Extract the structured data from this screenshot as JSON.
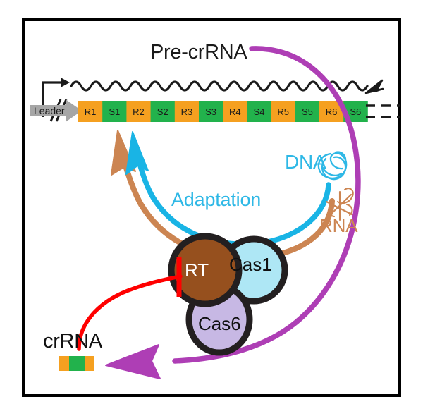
{
  "figure": {
    "kind": "crispr-rt-cas1-cas6-pathway-diagram",
    "border_color": "#000000",
    "background": "#ffffff"
  },
  "labels": {
    "pre_crrna": "Pre-crRNA",
    "leader": "Leader",
    "adaptation": "Adaptation",
    "dna": "DNA",
    "rna": "RNA",
    "crrna": "crRNA",
    "rt": "RT",
    "cas1": "Cas1",
    "cas6": "Cas6"
  },
  "crispr_array": {
    "elements": [
      {
        "type": "repeat",
        "label": "R1"
      },
      {
        "type": "spacer",
        "label": "S1"
      },
      {
        "type": "repeat",
        "label": "R2"
      },
      {
        "type": "spacer",
        "label": "S2"
      },
      {
        "type": "repeat",
        "label": "R3"
      },
      {
        "type": "spacer",
        "label": "S3"
      },
      {
        "type": "repeat",
        "label": "R4"
      },
      {
        "type": "spacer",
        "label": "S4"
      },
      {
        "type": "repeat",
        "label": "R5"
      },
      {
        "type": "spacer",
        "label": "S5"
      },
      {
        "type": "repeat",
        "label": "R6"
      },
      {
        "type": "spacer",
        "label": "S6"
      }
    ],
    "repeat_color": "#F5A020",
    "spacer_color": "#22B24C",
    "leader_color": "#A6A6A6",
    "continues": true
  },
  "crrna_product": {
    "segments": [
      {
        "type": "repeat",
        "color": "#F5A020"
      },
      {
        "type": "spacer",
        "color": "#22B24C"
      },
      {
        "type": "repeat",
        "color": "#F5A020"
      }
    ]
  },
  "proteins": [
    {
      "name": "RT",
      "fill": "#96501E",
      "outline": "#231F20",
      "text_color": "#ffffff"
    },
    {
      "name": "Cas1",
      "fill": "#AEE7F5",
      "outline": "#231F20",
      "text_color": "#111111"
    },
    {
      "name": "Cas6",
      "fill": "#C7B8E4",
      "outline": "#231F20",
      "text_color": "#111111"
    }
  ],
  "arrows": [
    {
      "name": "adaptation-dna-arrow",
      "color": "#19B4E5",
      "from": "DNA",
      "to": "CRISPR array",
      "style": "curved-arrow"
    },
    {
      "name": "adaptation-rna-arrow",
      "color": "#CC8552",
      "from": "RNA",
      "to": "CRISPR array",
      "style": "curved-arrow"
    },
    {
      "name": "pre-crrna-processing-arrow",
      "color": "#AE3EB5",
      "from": "Pre-crRNA",
      "to": "crRNA",
      "style": "long-curved-arrow"
    },
    {
      "name": "rt-inhibition-line",
      "color": "#FF0000",
      "from": "crRNA",
      "to": "RT",
      "style": "inhibition-tbar"
    },
    {
      "name": "transcription-arrow",
      "color": "#1a1a1a",
      "from": "Leader promoter",
      "to": "array 3' end",
      "style": "wavy-transcript"
    }
  ],
  "colors": {
    "cyan": "#19B4E5",
    "brown": "#CC8552",
    "magenta": "#AE3EB5",
    "red": "#FF0000",
    "orange": "#F5A020",
    "green": "#22B24C",
    "grey": "#A6A6A6",
    "rt_fill": "#96501E",
    "cas1_fill": "#AEE7F5",
    "cas6_fill": "#C7B8E4"
  },
  "icons": {
    "dna": "supercoiled-dna-scribble-icon",
    "rna": "folded-rna-scribble-icon",
    "promoter": "bent-arrow-promoter-icon",
    "leader": "grey-arrow-leader-icon",
    "break": "double-slash-break-icon",
    "continuation": "dashed-continuation-icon"
  }
}
